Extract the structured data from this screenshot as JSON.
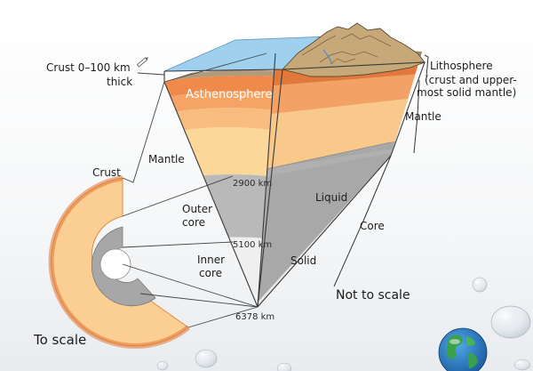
{
  "labels": {
    "crust_top": "Crust 0–100 km",
    "crust_top_2": "thick",
    "asthenosphere": "Asthenosphere",
    "lithosphere_1": "Lithosphere",
    "lithosphere_2": "(crust and upper-",
    "lithosphere_3": "most solid mantle)",
    "mantle_right": "Mantle",
    "mantle_left": "Mantle",
    "crust_left": "Crust",
    "depth_2900": "2900 km",
    "outer_core_1": "Outer",
    "outer_core_2": "core",
    "liquid": "Liquid",
    "core": "Core",
    "depth_5100": "5100 km",
    "inner_core_1": "Inner",
    "inner_core_2": "core",
    "solid": "Solid",
    "depth_6378": "6378 km",
    "not_to_scale": "Not to scale",
    "to_scale": "To scale"
  },
  "colors": {
    "ocean": "#9fd1ef",
    "asthenosphere": "#f08a4b",
    "mantle_upper": "#f5a466",
    "mantle_mid": "#f8bd7e",
    "mantle_low": "#fbd79a",
    "outer_core": "#b9b9b9",
    "inner_core": "#efefef",
    "side_dark": "#e1793c",
    "side_core": "#a8a8a8"
  },
  "icons": {
    "globe": "globe-icon",
    "pencil": "pencil-icon",
    "bubbles": "water-bubbles"
  }
}
